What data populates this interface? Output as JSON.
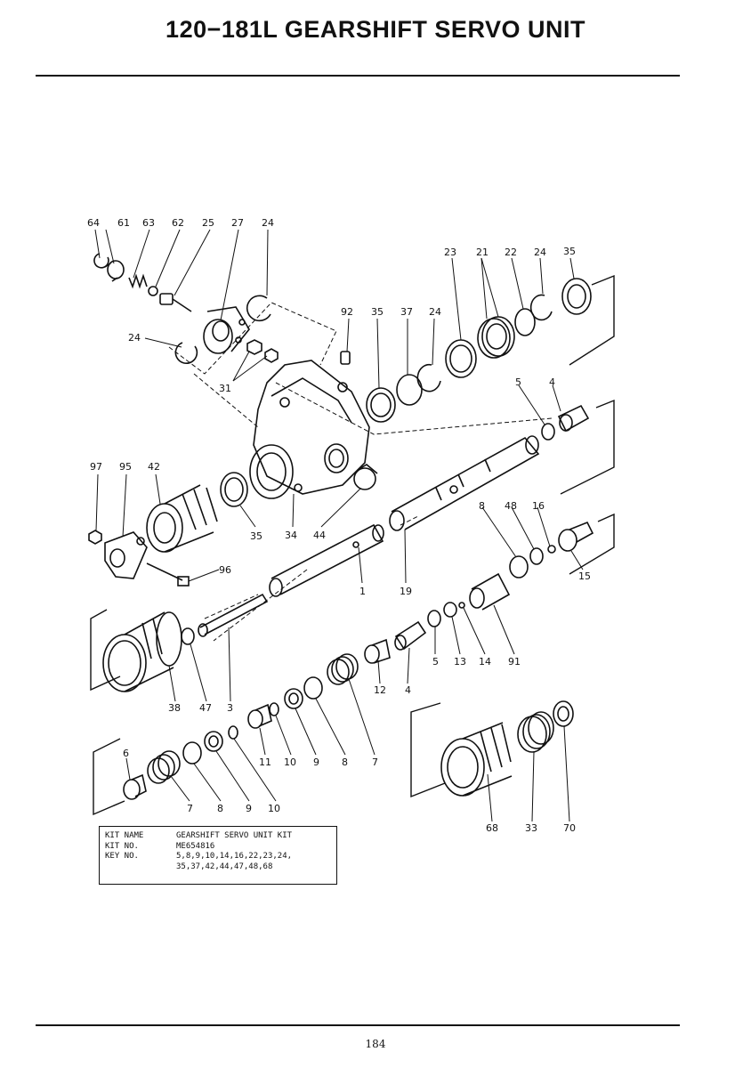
{
  "header": {
    "title": "120−181L   GEARSHIFT SERVO UNIT"
  },
  "footer": {
    "page_number": "184"
  },
  "callouts": [
    {
      "id": "c64",
      "text": "64"
    },
    {
      "id": "c61",
      "text": "61"
    },
    {
      "id": "c63",
      "text": "63"
    },
    {
      "id": "c62",
      "text": "62"
    },
    {
      "id": "c25",
      "text": "25"
    },
    {
      "id": "c27",
      "text": "27"
    },
    {
      "id": "c24a",
      "text": "24"
    },
    {
      "id": "c24b",
      "text": "24"
    },
    {
      "id": "c31",
      "text": "31"
    },
    {
      "id": "c92",
      "text": "92"
    },
    {
      "id": "c35a",
      "text": "35"
    },
    {
      "id": "c37",
      "text": "37"
    },
    {
      "id": "c24c",
      "text": "24"
    },
    {
      "id": "c23",
      "text": "23"
    },
    {
      "id": "c21",
      "text": "21"
    },
    {
      "id": "c22",
      "text": "22"
    },
    {
      "id": "c24d",
      "text": "24"
    },
    {
      "id": "c35b",
      "text": "35"
    },
    {
      "id": "c5a",
      "text": "5"
    },
    {
      "id": "c4a",
      "text": "4"
    },
    {
      "id": "c97",
      "text": "97"
    },
    {
      "id": "c95",
      "text": "95"
    },
    {
      "id": "c42",
      "text": "42"
    },
    {
      "id": "c35c",
      "text": "35"
    },
    {
      "id": "c34",
      "text": "34"
    },
    {
      "id": "c44",
      "text": "44"
    },
    {
      "id": "c96",
      "text": "96"
    },
    {
      "id": "c1",
      "text": "1"
    },
    {
      "id": "c19",
      "text": "19"
    },
    {
      "id": "c8a",
      "text": "8"
    },
    {
      "id": "c48",
      "text": "48"
    },
    {
      "id": "c16",
      "text": "16"
    },
    {
      "id": "c15",
      "text": "15"
    },
    {
      "id": "c38",
      "text": "38"
    },
    {
      "id": "c47",
      "text": "47"
    },
    {
      "id": "c3",
      "text": "3"
    },
    {
      "id": "c12",
      "text": "12"
    },
    {
      "id": "c4b",
      "text": "4"
    },
    {
      "id": "c5b",
      "text": "5"
    },
    {
      "id": "c13",
      "text": "13"
    },
    {
      "id": "c14",
      "text": "14"
    },
    {
      "id": "c91",
      "text": "91"
    },
    {
      "id": "c11",
      "text": "11"
    },
    {
      "id": "c10a",
      "text": "10"
    },
    {
      "id": "c9a",
      "text": "9"
    },
    {
      "id": "c8b",
      "text": "8"
    },
    {
      "id": "c7a",
      "text": "7"
    },
    {
      "id": "c6",
      "text": "6"
    },
    {
      "id": "c7b",
      "text": "7"
    },
    {
      "id": "c8c",
      "text": "8"
    },
    {
      "id": "c9b",
      "text": "9"
    },
    {
      "id": "c10b",
      "text": "10"
    },
    {
      "id": "c68",
      "text": "68"
    },
    {
      "id": "c33",
      "text": "33"
    },
    {
      "id": "c70",
      "text": "70"
    }
  ],
  "kit": {
    "name_label": "KIT NAME",
    "name_value": "GEARSHIFT SERVO UNIT KIT",
    "no_label": "KIT NO.",
    "no_value": "ME654816",
    "key_label": "KEY NO.",
    "key_value_1": "5,8,9,10,14,16,22,23,24,",
    "key_value_2": "35,37,42,44,47,48,68"
  }
}
